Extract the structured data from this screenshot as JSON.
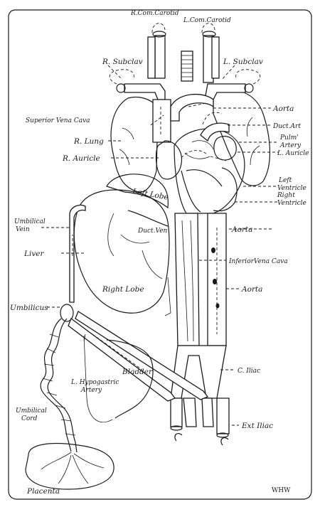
{
  "labels": {
    "r_com_carotid": "R.Com.Carotid",
    "l_com_carotid": "L.Com.Carotid",
    "r_subclav": "R. Subclav",
    "l_subclav": "L. Subclav",
    "aorta_top": "Aorta",
    "superior_vena_cava": "Superior Vena Cava",
    "duct_art": "Duct.Art",
    "pulm_artery_1": "Pulm'",
    "pulm_artery_2": "Artery",
    "r_lung": "R. Lung",
    "r_auricle": "R. Auricle",
    "l_auricle": "L. Auricle",
    "left_ventricle_1": "Left",
    "left_ventricle_2": "Ventricle",
    "right_ventricle_1": "Right",
    "right_ventricle_2": "Ventricle",
    "left_lobe": "Left Lobe",
    "umbilical_vein_1": "Umbilical",
    "umbilical_vein_2": "Vein",
    "duct_ven": "Duct.Ven",
    "aorta_mid": "Aorta",
    "liver": "Liver",
    "inferior_vena_cava": "InferiorVena Cava",
    "right_lobe": "Right Lobe",
    "aorta_low": "Aorta",
    "umbilicus": "Umbilicus",
    "bladder": "Bladder",
    "c_iliac": "C. Iliac",
    "l_hypogastric_1": "L. Hypogastric",
    "l_hypogastric_2": "Artery",
    "umbilical_cord_1": "Umbilical",
    "umbilical_cord_2": "Cord",
    "ext_iliac": "Ext Iliac",
    "placenta": "Placenta"
  },
  "signature": "WHW"
}
